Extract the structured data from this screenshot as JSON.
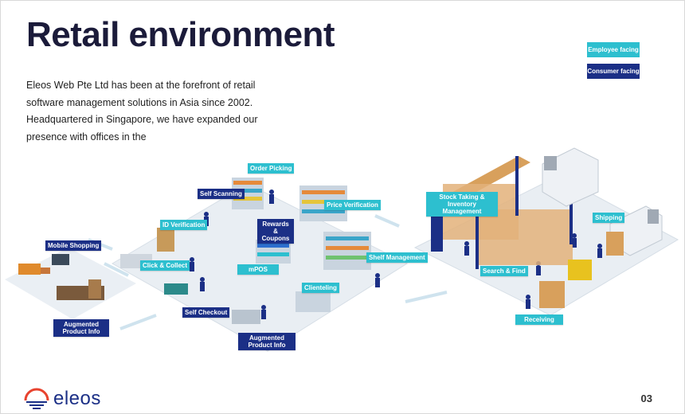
{
  "title": "Retail environment",
  "description": "Eleos Web Pte Ltd has been at the forefront of retail software management solutions in Asia since 2002. Headquartered in Singapore, we have expanded our presence with offices in the",
  "legend": {
    "employee": "Employee facing",
    "consumer": "Consumer facing"
  },
  "labels": {
    "mobile_shopping": "Mobile Shopping",
    "augmented_info_left": "Augmented Product Info",
    "id_verification": "ID Verification",
    "click_collect": "Click & Collect",
    "self_checkout": "Self Checkout",
    "self_scanning": "Self Scanning",
    "order_picking": "Order Picking",
    "rewards_coupons": "Rewards & Coupons",
    "price_verification": "Price Verification",
    "mpos": "mPOS",
    "shelf_management": "Shelf Management",
    "clienteling": "Clienteling",
    "augmented_info_mid": "Augmented Product Info",
    "stock_taking": "Stock Taking & Inventory Management",
    "shipping": "Shipping",
    "search_find": "Search & Find",
    "receiving": "Receiving"
  },
  "logo_text": "eleos",
  "page_number": "03",
  "colors": {
    "employee": "#2dbfcf",
    "consumer": "#1b2f86",
    "floor": "#e9eef3",
    "title": "#1b1b3a"
  }
}
